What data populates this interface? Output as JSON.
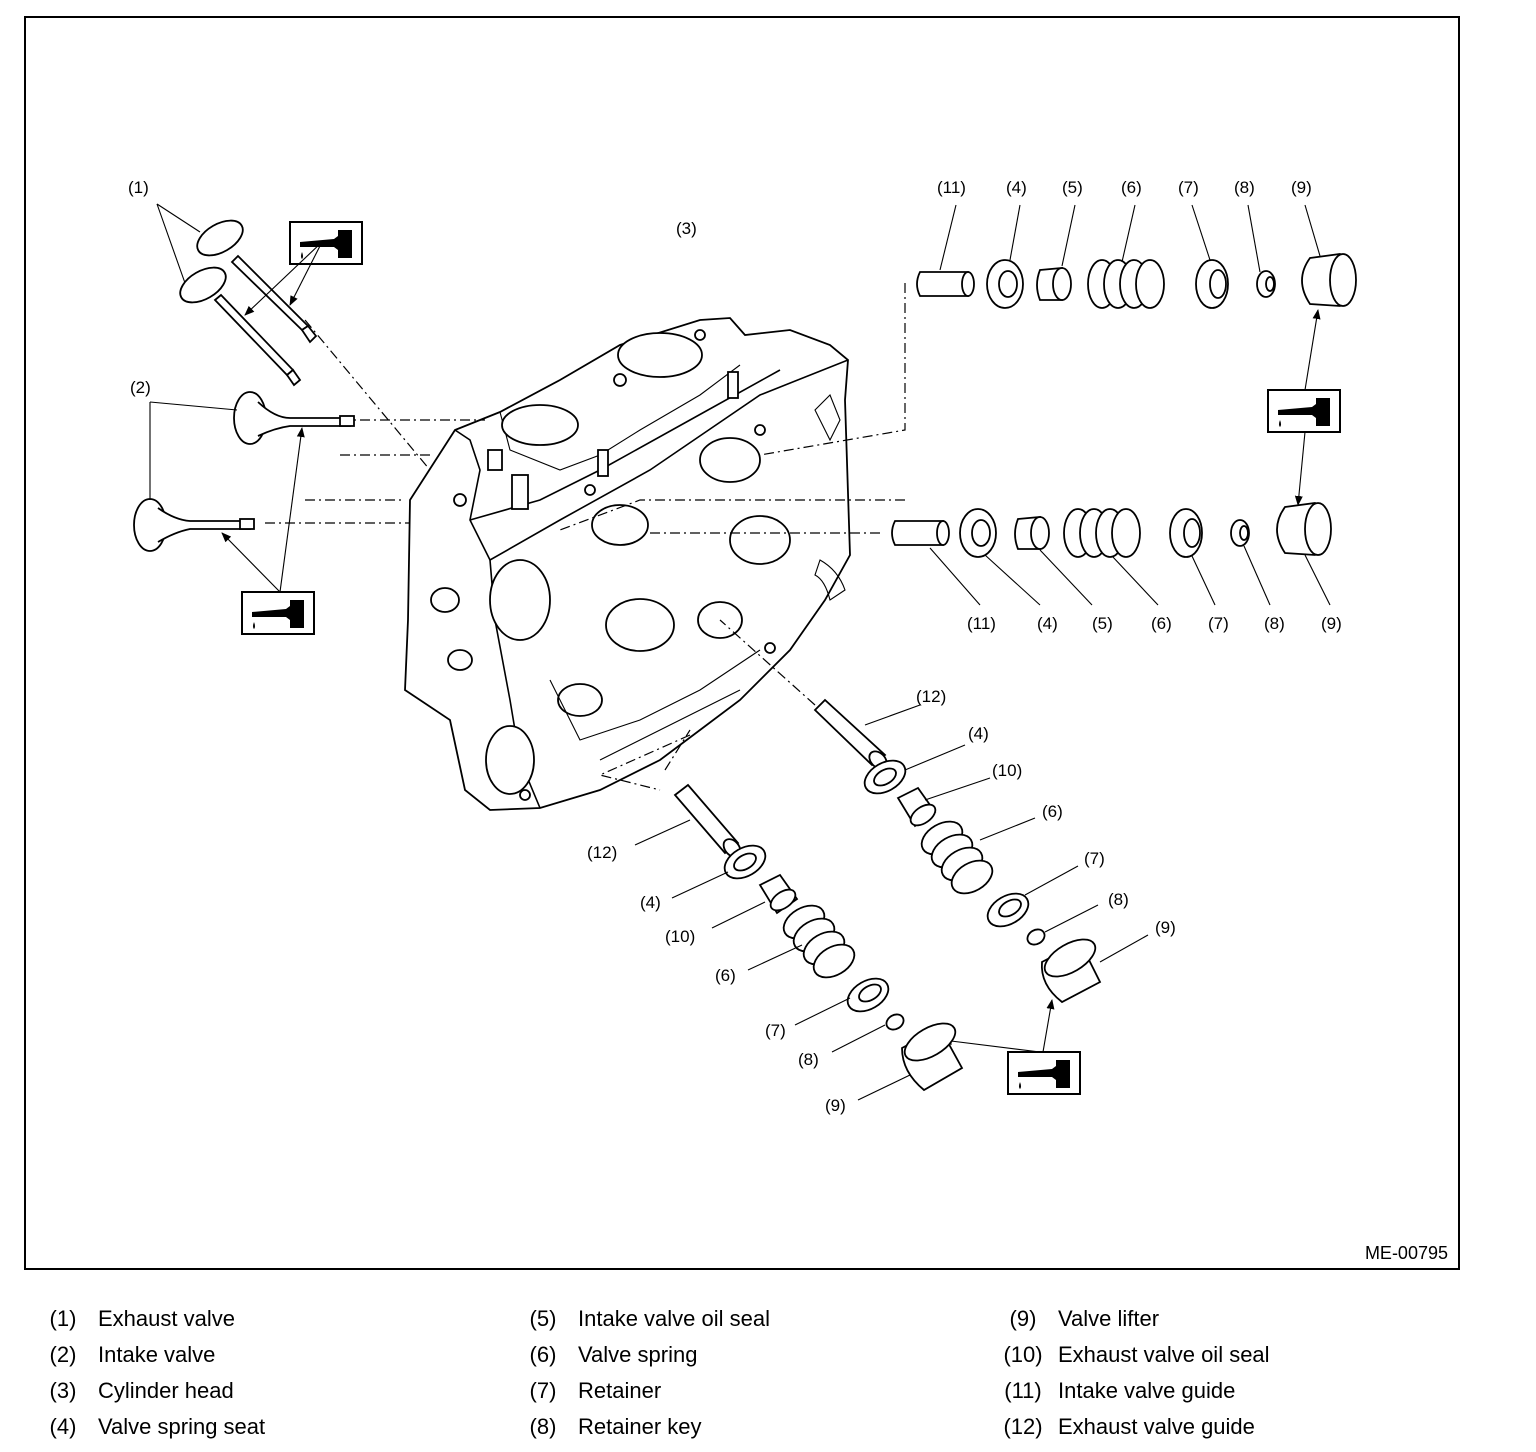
{
  "figure": {
    "id": "ME-00795",
    "callouts": {
      "c1": "(1)",
      "c2": "(2)",
      "c3": "(3)",
      "c11a": "(11)",
      "c4a": "(4)",
      "c5a": "(5)",
      "c6a": "(6)",
      "c7a": "(7)",
      "c8a": "(8)",
      "c9a": "(9)",
      "c11b": "(11)",
      "c4b": "(4)",
      "c5b": "(5)",
      "c6b": "(6)",
      "c7b": "(7)",
      "c8b": "(8)",
      "c9b": "(9)",
      "c12a": "(12)",
      "c4c": "(4)",
      "c10a": "(10)",
      "c6c": "(6)",
      "c7c": "(7)",
      "c8c": "(8)",
      "c9c": "(9)",
      "c12b": "(12)",
      "c4d": "(4)",
      "c10b": "(10)",
      "c6d": "(6)",
      "c7d": "(7)",
      "c8d": "(8)",
      "c9d": "(9)"
    },
    "oil_icon": "oil-can-icon"
  },
  "legend": [
    {
      "num": "(1)",
      "label": "Exhaust valve"
    },
    {
      "num": "(2)",
      "label": "Intake valve"
    },
    {
      "num": "(3)",
      "label": "Cylinder head"
    },
    {
      "num": "(4)",
      "label": "Valve spring seat"
    },
    {
      "num": "(5)",
      "label": "Intake valve oil seal"
    },
    {
      "num": "(6)",
      "label": "Valve spring"
    },
    {
      "num": "(7)",
      "label": "Retainer"
    },
    {
      "num": "(8)",
      "label": "Retainer key"
    },
    {
      "num": "(9)",
      "label": "Valve lifter"
    },
    {
      "num": "(10)",
      "label": "Exhaust valve oil seal"
    },
    {
      "num": "(11)",
      "label": "Intake valve guide"
    },
    {
      "num": "(12)",
      "label": "Exhaust valve guide"
    }
  ]
}
